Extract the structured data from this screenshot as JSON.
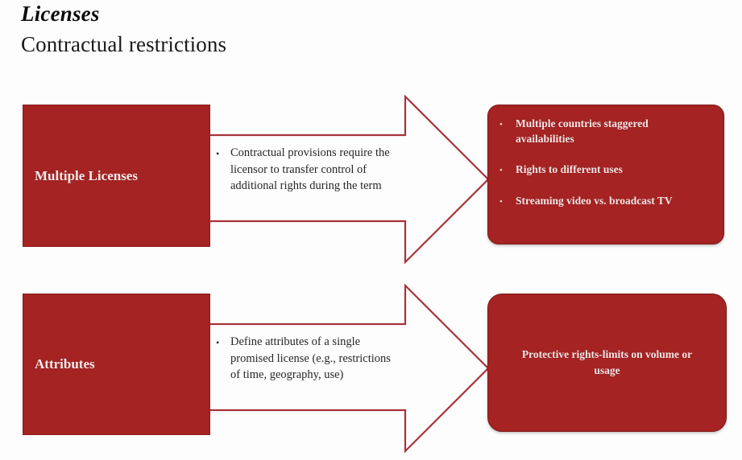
{
  "heading": {
    "title": "Licenses",
    "subtitle": "Contractual restrictions"
  },
  "colors": {
    "box_fill": "#A52323",
    "box_border": "#8E1C1C",
    "arrow_stroke": "#A8333A",
    "box_text": "#F6E7E6",
    "body_text": "#262626",
    "background": "#FDFDFD"
  },
  "rows": [
    {
      "left_label": "Multiple Licenses",
      "middle_bullet_marker": "•",
      "middle_text": "Contractual provisions require the licensor to transfer control of additional rights during the term",
      "right_type": "bullets",
      "right_bullet_marker": "•",
      "right_bullets": [
        "Multiple countries staggered availabilities",
        "Rights to different uses",
        "Streaming video vs. broadcast TV"
      ]
    },
    {
      "left_label": "Attributes",
      "middle_bullet_marker": "•",
      "middle_text": "Define attributes of a single promised license (e.g., restrictions of time, geography, use)",
      "right_type": "centered",
      "right_text": "Protective rights-limits on volume or usage"
    }
  ]
}
